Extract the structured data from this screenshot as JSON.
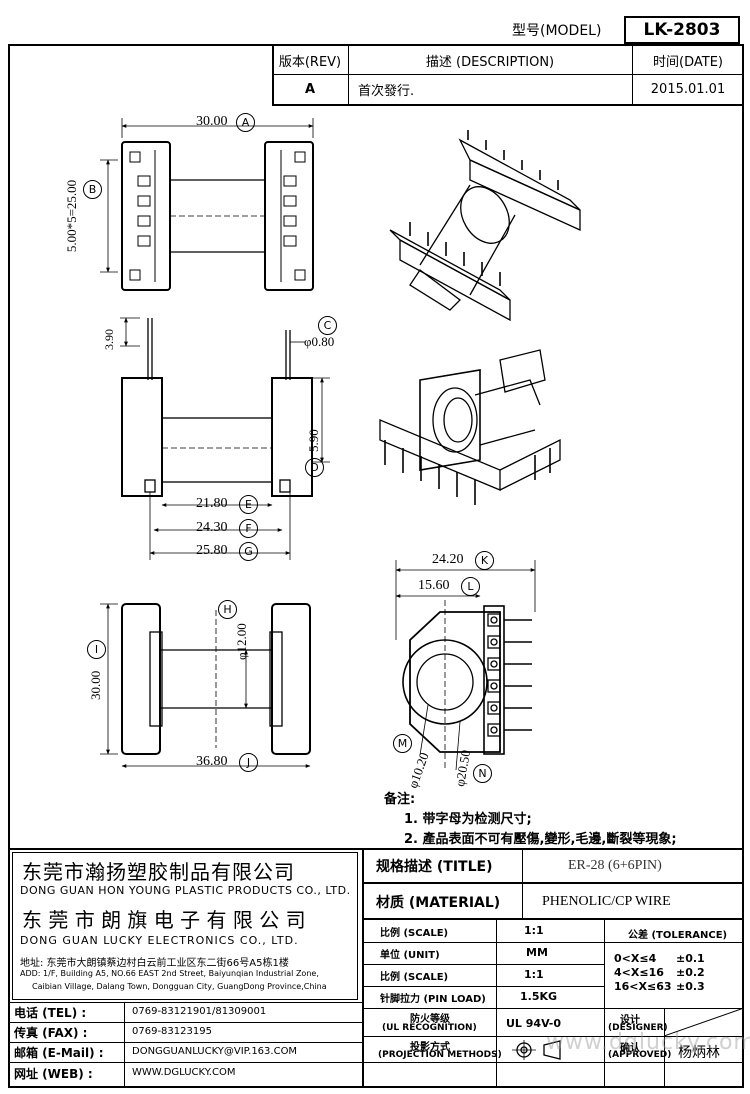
{
  "header": {
    "model_label": "型号(MODEL)",
    "model_value": "LK-2803"
  },
  "revision": {
    "col_rev": "版本(REV)",
    "col_desc": "描述 (DESCRIPTION)",
    "col_date": "时间(DATE)",
    "rows": [
      {
        "rev": "A",
        "desc": "首次發行.",
        "date": "2015.01.01"
      }
    ]
  },
  "dimensions": {
    "A": {
      "value": "30.00",
      "tag": "A"
    },
    "B": {
      "value": "5.00*5=25.00",
      "tag": "B"
    },
    "C": {
      "value": "φ0.80",
      "tag": "C"
    },
    "D": {
      "value": "5.90",
      "tag": "D"
    },
    "E": {
      "value": "21.80",
      "tag": "E"
    },
    "F": {
      "value": "24.30",
      "tag": "F"
    },
    "G": {
      "value": "25.80",
      "tag": "G"
    },
    "H": {
      "value": "φ12.00",
      "tag": "H"
    },
    "I": {
      "value": "30.00",
      "tag": "I"
    },
    "J": {
      "value": "36.80",
      "tag": "J"
    },
    "K": {
      "value": "24.20",
      "tag": "K"
    },
    "L": {
      "value": "15.60",
      "tag": "L"
    },
    "M": {
      "value": "φ10.20",
      "tag": "M"
    },
    "N": {
      "value": "φ20.50",
      "tag": "N"
    },
    "pin_height": "3.90"
  },
  "notes": {
    "title": "备注:",
    "items": [
      "1. 带字母为检测尺寸;",
      "2. 產品表面不可有壓傷,變形,毛邊,斷裂等現象;"
    ]
  },
  "company": {
    "name1_cn": "东莞市瀚扬塑胶制品有限公司",
    "name1_en": "DONG GUAN HON YOUNG PLASTIC PRODUCTS CO., LTD.",
    "name2_cn": "东 莞 市 朗 旗 电 子 有 限 公 司",
    "name2_en": "DONG GUAN LUCKY ELECTRONICS CO., LTD.",
    "address_cn": "地址: 东莞市大朗镇蔡边村白云前工业区东二街66号A5栋1楼",
    "address_en1": "ADD: 1/F, Building A5, NO.66 EAST 2nd Street, Baiyunqian Industrial Zone,",
    "address_en2": "Caibian Village, Dalang Town, Dongguan City, GuangDong Province,China"
  },
  "contacts": [
    {
      "label": "电话 (TEL) :",
      "value": "0769-83121901/81309001"
    },
    {
      "label": "传真 (FAX) :",
      "value": "0769-83123195"
    },
    {
      "label": "邮箱 (E-Mail) :",
      "value": "DONGGUANLUCKY@VIP.163.COM"
    },
    {
      "label": "网址 (WEB) :",
      "value": "WWW.DGLUCKY.COM"
    }
  ],
  "spec": {
    "title_label": "规格描述 (TITLE)",
    "title_value": "ER-28 (6+6PIN)",
    "material_label": "材质 (MATERIAL)",
    "material_value": "PHENOLIC/CP WIRE",
    "scale_label": "比例 (SCALE)",
    "scale_value": "1:1",
    "unit_label": "单位 (UNIT)",
    "unit_value": "MM",
    "scale2_label": "比例 (SCALE)",
    "scale2_value": "1:1",
    "pin_load_label": "针脚拉力 (PIN LOAD)",
    "pin_load_value": "1.5KG",
    "fire_label1": "防火等级",
    "fire_label2": "(UL RECOGNITION)",
    "fire_value": "UL 94V-0",
    "projection_label1": "投影方式",
    "projection_label2": "(PROJECTION METHODS)",
    "tolerance_label": "公差 (TOLERANCE)",
    "tolerance": [
      {
        "range": "0<X≤4",
        "value": "±0.1"
      },
      {
        "range": "4<X≤16",
        "value": "±0.2"
      },
      {
        "range": "16<X≤63",
        "value": "±0.3"
      }
    ],
    "designer_label1": "设计",
    "designer_label2": "(DESIGNER)",
    "approved_label1": "确认",
    "approved_label2": "(APPROVED)",
    "approved_value": "杨炳林"
  },
  "watermark": "www.dglucky.com"
}
